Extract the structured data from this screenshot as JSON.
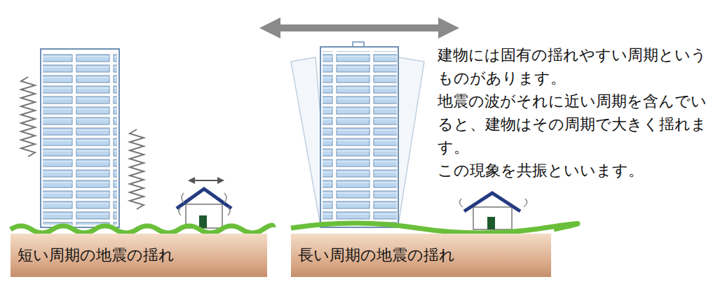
{
  "diagram": {
    "nodes": [
      {
        "text": [
          "短い周期の地震の揺れ"
        ]
      },
      {
        "text": [
          "長い周期の地震の揺れ"
        ]
      }
    ],
    "labels": [
      "建物には固有の揺れやすい周期というものがあります。",
      "地震の波がそれに近い周期を含んでいると、建物はその周期で大きく揺れます。",
      "この現象を共振といいます。"
    ]
  }
}
